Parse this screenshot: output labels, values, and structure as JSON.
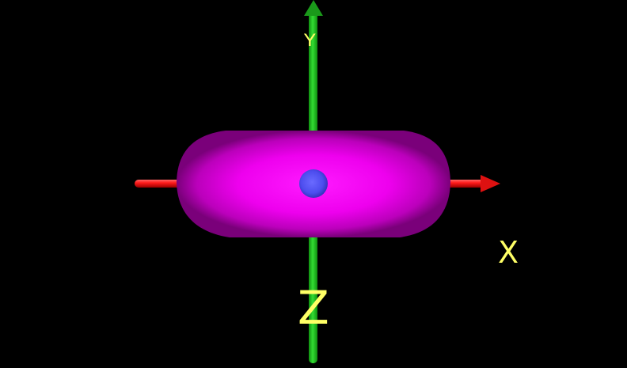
{
  "scene": {
    "background_color": "#000000",
    "axes": {
      "x": {
        "label": "X",
        "color": "#ff1a1a"
      },
      "y": {
        "label": "Y",
        "color": "#22cc22"
      },
      "z": {
        "label": "Z",
        "color": "#1a66ff"
      }
    },
    "label_color": "#ffff66",
    "ellipsoid": {
      "color": "#ee00ee"
    },
    "center_sphere": {
      "color": "#4d4dff"
    }
  }
}
